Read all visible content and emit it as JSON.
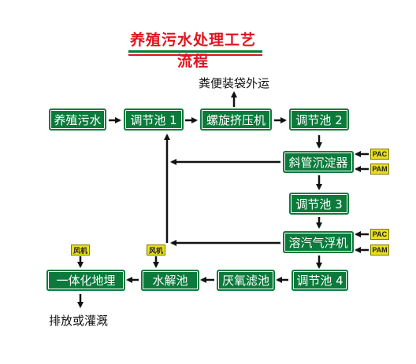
{
  "title": "养殖污水处理工艺流程",
  "nodes": {
    "raw_water": "养殖污水",
    "tank1": "调节池 1",
    "press": "螺旋挤压机",
    "tank2": "调节池 2",
    "settler": "斜管沉淀器",
    "tank3": "调节池 3",
    "flotation": "溶汽气浮机",
    "tank4": "调节池 4",
    "anaerobic": "厌氧滤池",
    "hydrolysis": "水解池",
    "integrated": "一体化地埋"
  },
  "labels": {
    "manure_out": "粪便装袋外运",
    "discharge": "排放或灌溉"
  },
  "tags": {
    "pac": "PAC",
    "pam": "PAM",
    "fan": "风机"
  },
  "colors": {
    "box_green": "#0b7a3b",
    "tag_yellow": "#e9dd1f",
    "title_red": "#e0141e"
  }
}
